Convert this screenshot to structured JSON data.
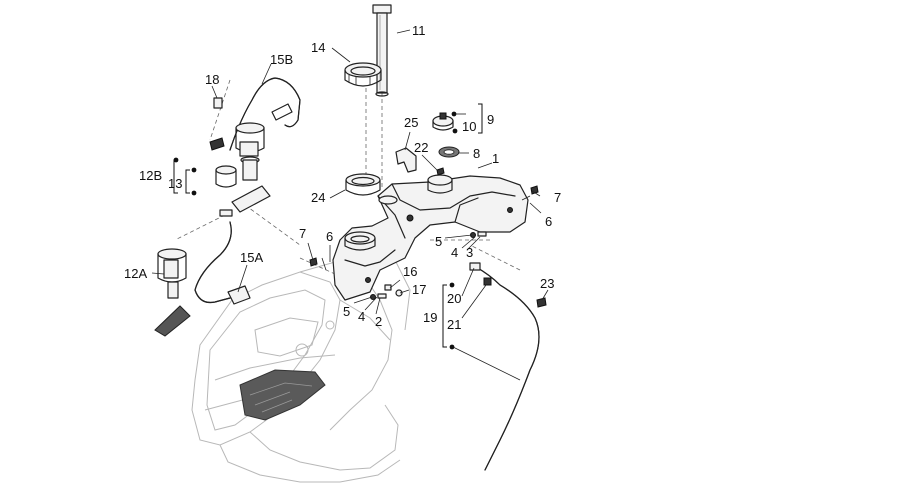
{
  "callouts": {
    "c1": "1",
    "c2": "2",
    "c3": "3",
    "c4a": "4",
    "c4b": "4",
    "c5a": "5",
    "c5b": "5",
    "c6a": "6",
    "c6b": "6",
    "c7a": "7",
    "c7b": "7",
    "c8": "8",
    "c9": "9",
    "c10": "10",
    "c11": "11",
    "c12A": "12A",
    "c12B": "12B",
    "c13": "13",
    "c14": "14",
    "c15A": "15A",
    "c15B": "15B",
    "c16": "16",
    "c17": "17",
    "c18": "18",
    "c19": "19",
    "c20": "20",
    "c21": "21",
    "c22": "22",
    "c23": "23",
    "c24": "24",
    "c25": "25"
  }
}
